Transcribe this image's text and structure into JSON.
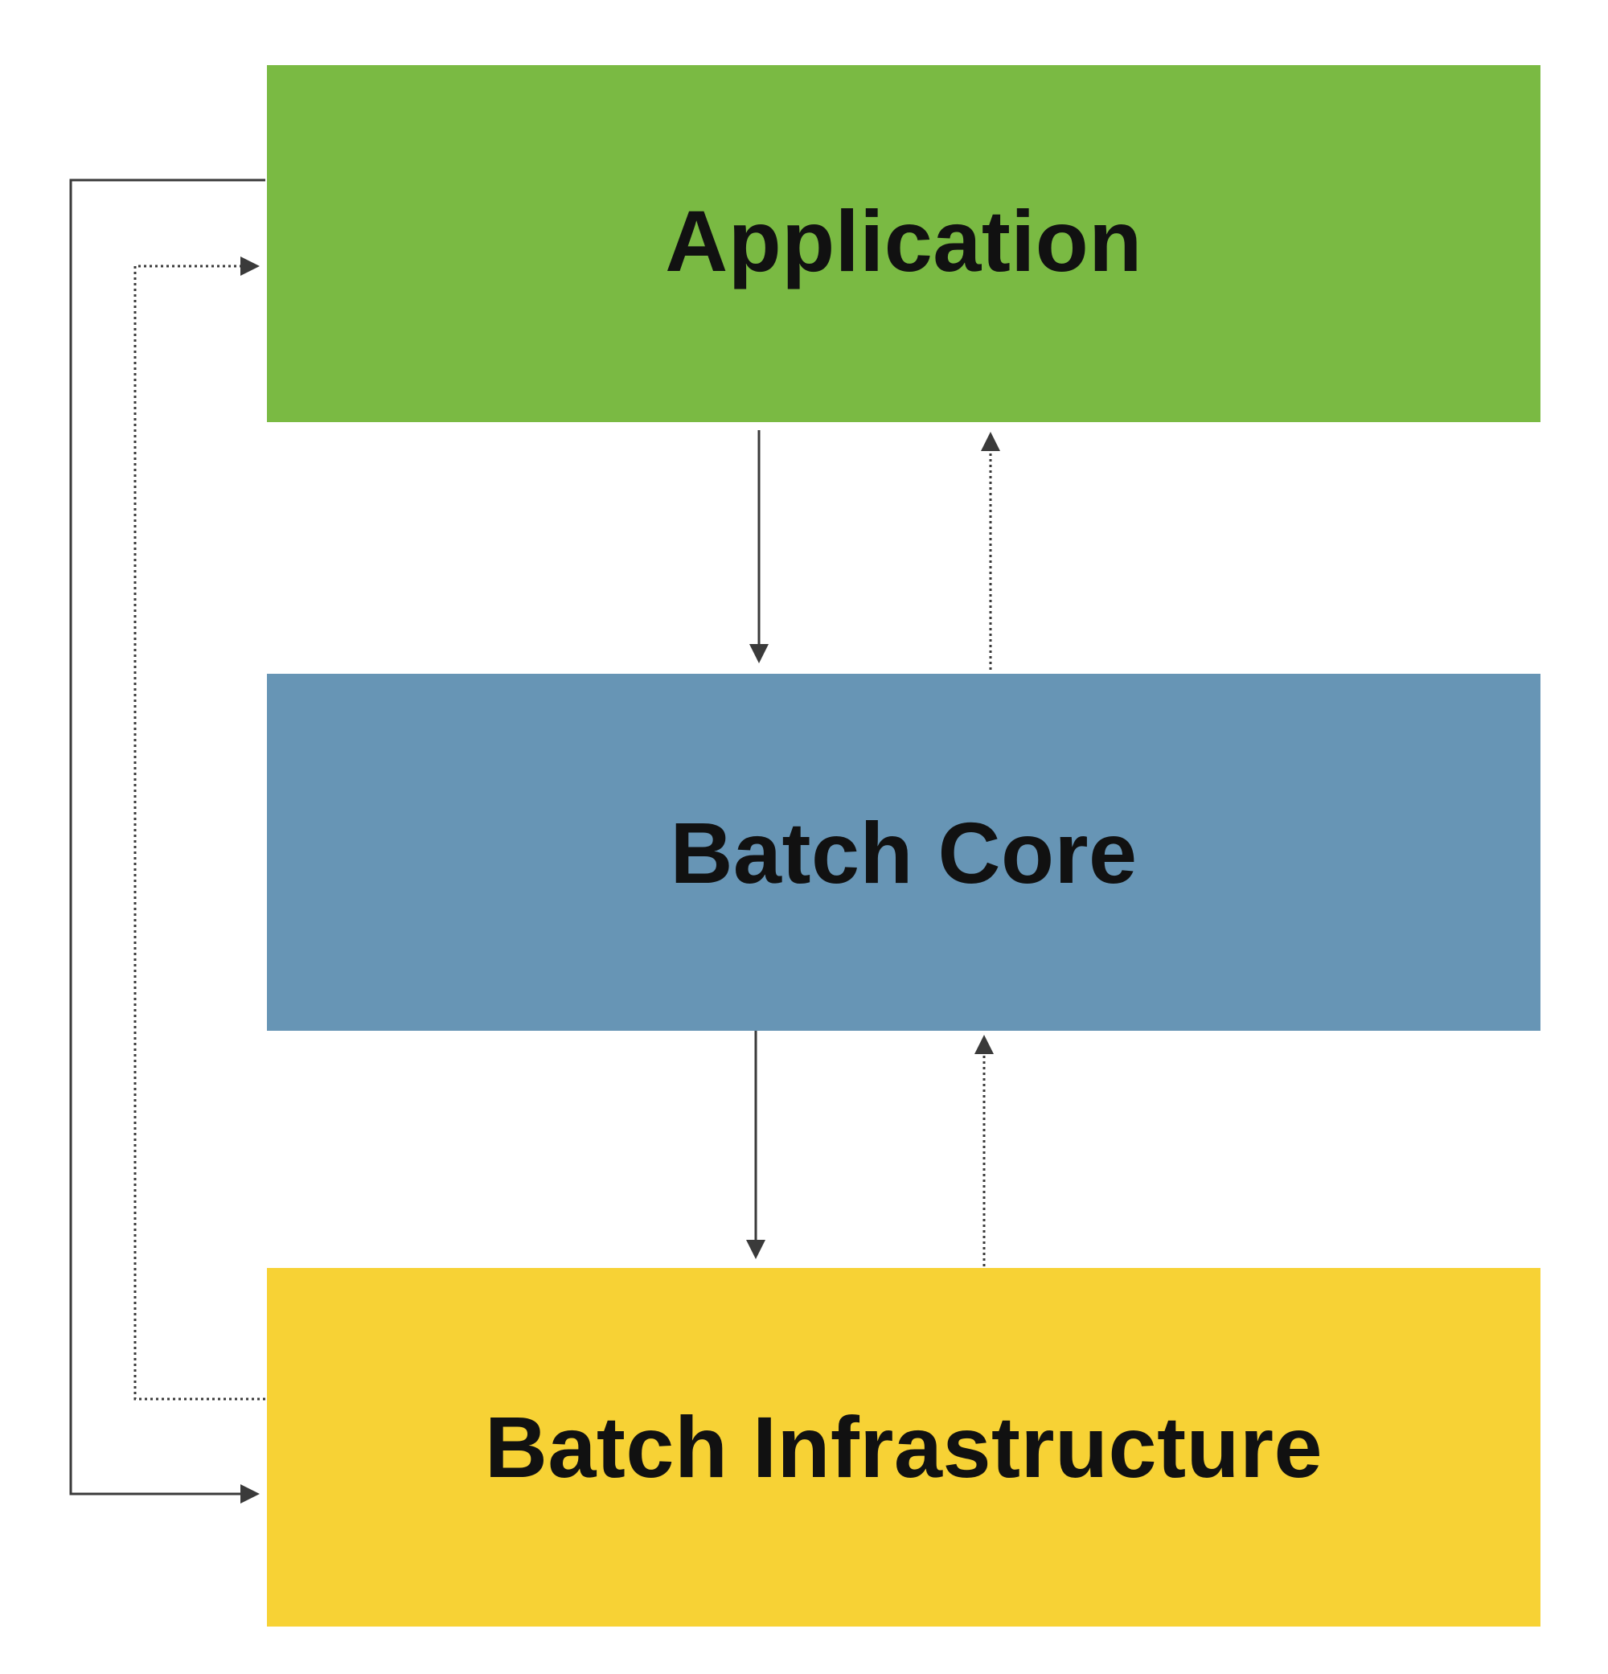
{
  "diagram": {
    "layers": [
      {
        "id": "application",
        "label": "Application",
        "color": "#7aba43"
      },
      {
        "id": "core",
        "label": "Batch Core",
        "color": "#6795b5"
      },
      {
        "id": "infrastructure",
        "label": "Batch Infrastructure",
        "color": "#f7d235"
      }
    ],
    "connector_color": "#3a3a3a",
    "connectors": [
      {
        "from": "application",
        "to": "core",
        "style": "solid"
      },
      {
        "from": "core",
        "to": "application",
        "style": "dotted"
      },
      {
        "from": "core",
        "to": "infrastructure",
        "style": "solid"
      },
      {
        "from": "infrastructure",
        "to": "core",
        "style": "dotted"
      },
      {
        "from": "application",
        "to": "infrastructure",
        "style": "solid"
      },
      {
        "from": "infrastructure",
        "to": "application",
        "style": "dotted"
      }
    ]
  }
}
